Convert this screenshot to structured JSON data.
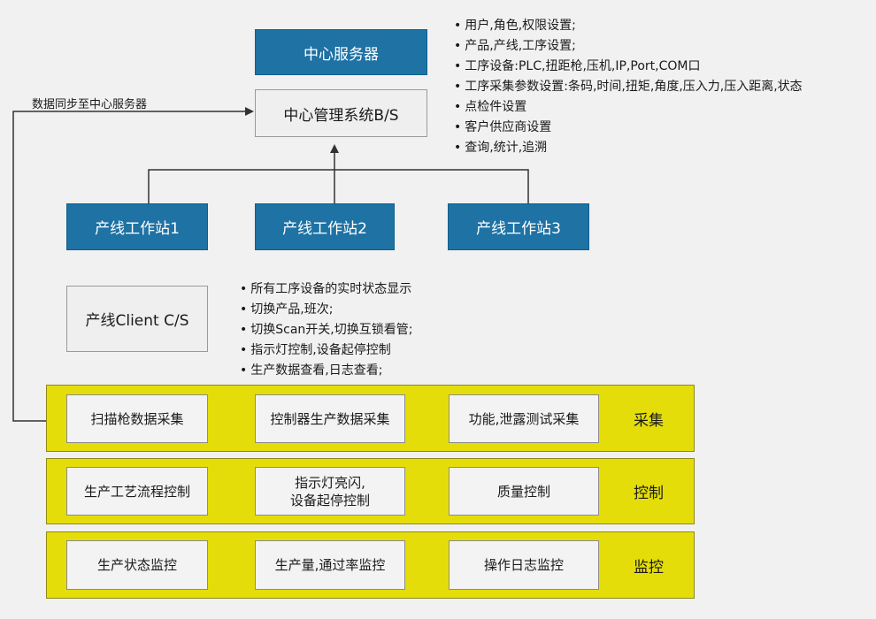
{
  "colors": {
    "box_blue": "#1e72a4",
    "box_gray": "#efefef",
    "band_yellow": "#e5dd0a",
    "line": "#333333",
    "background": "#f1f1f1"
  },
  "top": {
    "server_label": "中心服务器",
    "system_label": "中心管理系统B/S",
    "sync_caption": "数据同步至中心服务器",
    "server_features": [
      "用户,角色,权限设置;",
      "产品,产线,工序设置;",
      "工序设备:PLC,扭距枪,压机,IP,Port,COM口",
      "工序采集参数设置:条码,时间,扭矩,角度,压入力,压入距离,状态",
      "点检件设置",
      "客户供应商设置",
      "查询,统计,追溯"
    ]
  },
  "stations": [
    "产线工作站1",
    "产线工作站2",
    "产线工作站3"
  ],
  "client": {
    "label": "产线Client C/S",
    "features": [
      "所有工序设备的实时状态显示",
      "切换产品,班次;",
      "切换Scan开关,切换互锁看管;",
      "指示灯控制,设备起停控制",
      "生产数据查看,日志查看;"
    ]
  },
  "bands": [
    {
      "label": "采集",
      "items": [
        "扫描枪数据采集",
        "控制器生产数据采集",
        "功能,泄露测试采集"
      ]
    },
    {
      "label": "控制",
      "items": [
        "生产工艺流程控制",
        "指示灯亮闪,\n设备起停控制",
        "质量控制"
      ]
    },
    {
      "label": "监控",
      "items": [
        "生产状态监控",
        "生产量,通过率监控",
        "操作日志监控"
      ]
    }
  ]
}
